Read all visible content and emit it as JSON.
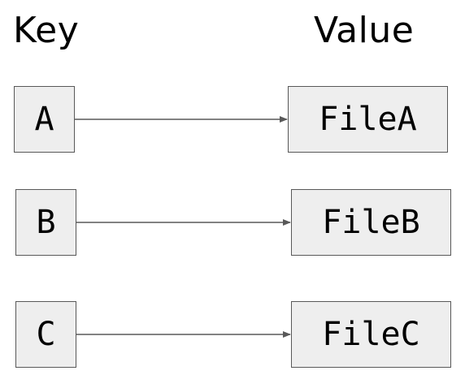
{
  "headers": {
    "key": "Key",
    "value": "Value"
  },
  "rows": [
    {
      "key": "A",
      "value": "FileA"
    },
    {
      "key": "B",
      "value": "FileB"
    },
    {
      "key": "C",
      "value": "FileC"
    }
  ],
  "colors": {
    "box_fill": "#eeeeee",
    "box_border": "#595959",
    "arrow": "#595959",
    "text": "#000000"
  }
}
